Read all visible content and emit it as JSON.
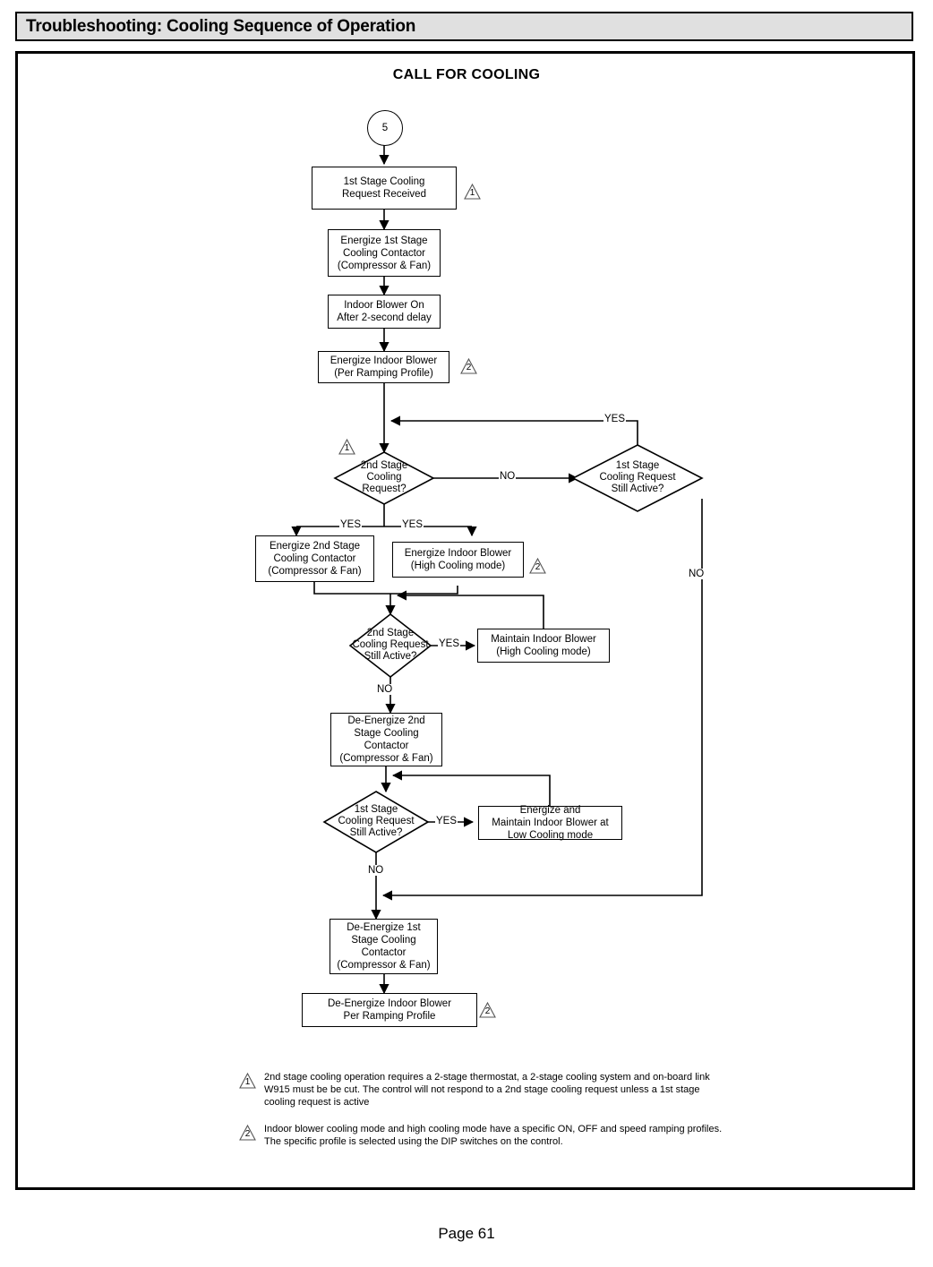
{
  "header": {
    "title": "Troubleshooting: Cooling Sequence of Operation"
  },
  "diagram": {
    "title": "CALL FOR COOLING",
    "connector_start": {
      "label": "5"
    },
    "nodes": {
      "n1": "1st Stage Cooling\nRequest Received",
      "n2": "Energize 1st Stage\nCooling Contactor\n(Compressor & Fan)",
      "n3": "Indoor Blower On\nAfter 2-second delay",
      "n4": "Energize Indoor Blower\n(Per Ramping Profile)",
      "d1": "2nd Stage\nCooling\nRequest?",
      "d2": "1st Stage\nCooling Request\nStill Active?",
      "n5": "Energize 2nd Stage\nCooling Contactor\n(Compressor & Fan)",
      "n6": "Energize Indoor Blower\n(High Cooling mode)",
      "d3": "2nd Stage\nCooling Request\nStill Active?",
      "n7": "Maintain Indoor Blower\n(High Cooling mode)",
      "n8": "De-Energize 2nd\nStage Cooling\nContactor\n(Compressor & Fan)",
      "d4": "1st Stage\nCooling Request\nStill Active?",
      "n9": "Energize and\nMaintain Indoor Blower at\nLow Cooling mode",
      "n10": "De-Energize 1st\nStage Cooling\nContactor\n(Compressor & Fan)",
      "n11": "De-Energize Indoor Blower\nPer Ramping Profile"
    },
    "edge_labels": {
      "d1_no": "NO",
      "d1_yes_left": "YES",
      "d1_yes_right": "YES",
      "d2_yes": "YES",
      "d2_no": "NO",
      "d3_yes": "YES",
      "d3_no": "NO",
      "d4_yes": "YES",
      "d4_no": "NO"
    },
    "warning_marks": {
      "w_n1": "1",
      "w_n4": "2",
      "w_d1": "1",
      "w_n6": "2",
      "w_n11": "2"
    }
  },
  "footnotes": [
    {
      "marker": "1",
      "text": "2nd stage cooling operation requires a 2-stage thermostat, a 2-stage cooling system and on-board link W915 must be be cut. The control will not respond to a 2nd stage cooling request unless a 1st stage cooling request is active"
    },
    {
      "marker": "2",
      "text": "Indoor blower cooling mode and high cooling mode have a specific ON, OFF and speed ramping profiles. The specific profile is selected using the DIP switches on the control."
    }
  ],
  "footer": {
    "page_label": "Page 61"
  }
}
